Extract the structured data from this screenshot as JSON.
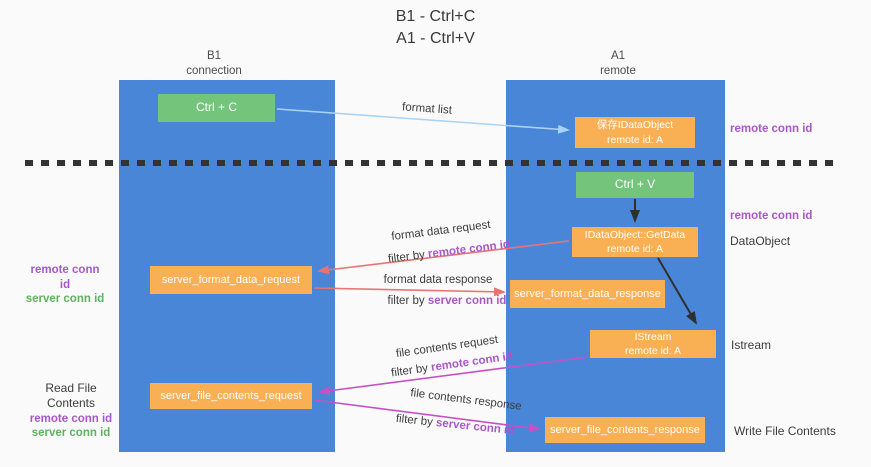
{
  "colors": {
    "background": "#fafafa",
    "panel_blue": "#4a86d8",
    "box_green": "#74c47c",
    "box_orange": "#f9b054",
    "text_dark": "#3a3a3a",
    "text_purple": "#a957c8",
    "text_green": "#5fb260",
    "arrow_blue": "#a9d3f2",
    "arrow_red": "#e87472",
    "arrow_magenta": "#c750c7",
    "arrow_black": "#2f2f2f",
    "dash_color": "#333333"
  },
  "title": {
    "line1": "B1 - Ctrl+C",
    "line2": "A1 - Ctrl+V"
  },
  "lanes": {
    "b1": {
      "name": "B1",
      "role": "connection"
    },
    "a1": {
      "name": "A1",
      "role": "remote"
    }
  },
  "boxes": {
    "ctrl_c": {
      "label": "Ctrl + C"
    },
    "ctrl_v": {
      "label": "Ctrl + V"
    },
    "save_idataobject": {
      "line1": "保存IDataObject",
      "line2": "remote id: A"
    },
    "getdata": {
      "line1": "IDataObject::GetData",
      "line2": "remote id: A"
    },
    "istream": {
      "line1": "IStream",
      "line2": "remote id: A"
    },
    "server_format_data_request": {
      "label": "server_format_data_request"
    },
    "server_format_data_response": {
      "label": "server_format_data_response"
    },
    "server_file_contents_request": {
      "label": "server_file_contents_request"
    },
    "server_file_contents_response": {
      "label": "server_file_contents_response"
    }
  },
  "messages": {
    "format_list": {
      "label": "format list"
    },
    "format_data_request": {
      "label": "format data request",
      "filter_prefix": "filter by ",
      "filter_key": "remote conn id"
    },
    "format_data_response": {
      "label": "format data response",
      "filter_prefix": "filter by ",
      "filter_key": "server conn id"
    },
    "file_contents_request": {
      "label": "file contents request",
      "filter_prefix": "filter by ",
      "filter_key": "remote conn id"
    },
    "file_contents_response": {
      "label": "file contents response",
      "filter_prefix": "filter by ",
      "filter_key": "server conn id"
    }
  },
  "side_labels": {
    "remote_conn_id_top": "remote conn id",
    "remote_conn_id_mid": "remote conn id",
    "dataobject": "DataObject",
    "istream": "Istream",
    "write_file_contents": "Write File Contents",
    "read_file_contents": "Read File Contents",
    "left_mid": {
      "line1": "remote conn id",
      "line2": "server conn id"
    },
    "left_bottom": {
      "line1": "remote conn id",
      "line2": "server conn id"
    }
  }
}
